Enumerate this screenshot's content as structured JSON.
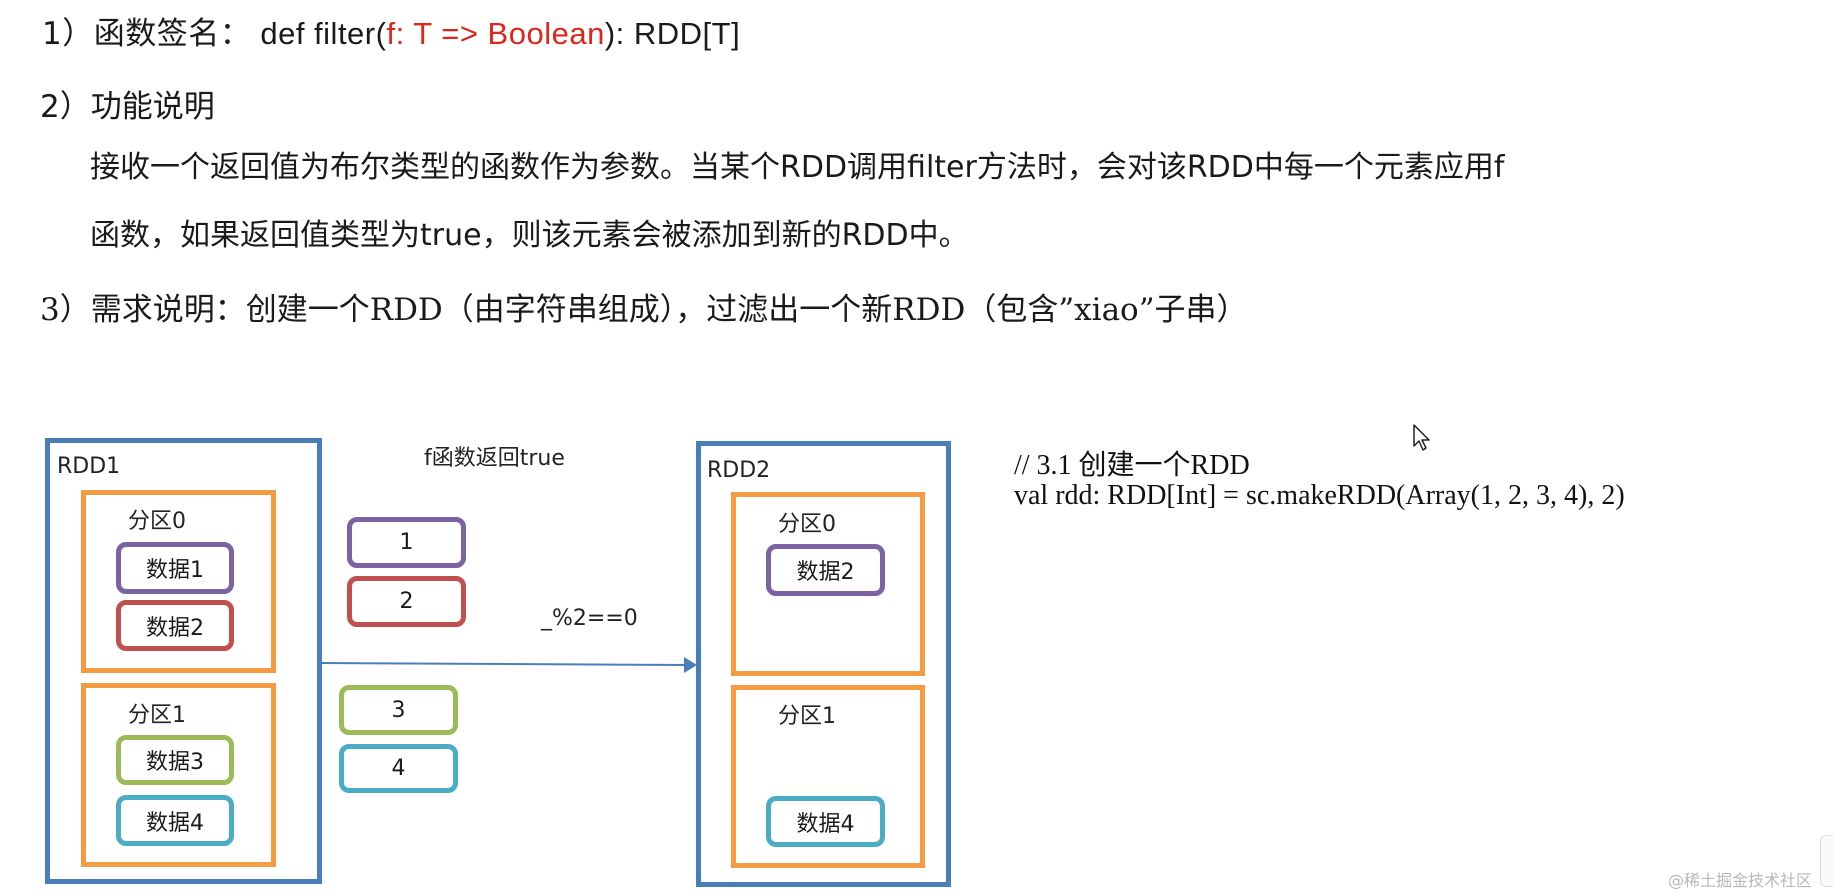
{
  "doc": {
    "line1": {
      "prefix": "1）函数签名：",
      "sig_start": " def filter(",
      "sig_param": "f: T => Boolean",
      "sig_end": "): RDD[T]"
    },
    "line2": "2）功能说明",
    "line3a": "接收一个返回值为布尔类型的函数作为参数。当某个RDD调用filter方法时，会对该RDD中每一个元素应用f",
    "line3b": "函数，如果返回值类型为true，则该元素会被添加到新的RDD中。",
    "line4": "3）需求说明：创建一个RDD（由字符串组成），过滤出一个新RDD（包含”xiao”子串）"
  },
  "diagram": {
    "rdd1": {
      "label": "RDD1",
      "partitions": [
        {
          "label": "分区0",
          "items": [
            "数据1",
            "数据2"
          ]
        },
        {
          "label": "分区1",
          "items": [
            "数据3",
            "数据4"
          ]
        }
      ]
    },
    "middle": {
      "top_label": "f函数返回true",
      "items": [
        "1",
        "2",
        "3",
        "4"
      ],
      "arrow_label": "_%2==0"
    },
    "rdd2": {
      "label": "RDD2",
      "partitions": [
        {
          "label": "分区0",
          "items": [
            "数据2"
          ]
        },
        {
          "label": "分区1",
          "items": [
            "数据4"
          ]
        }
      ]
    },
    "colors": {
      "rdd_border": "#4a7ebb",
      "partition_border": "#f59b42",
      "item1": "#7a62a3",
      "item2": "#c0504d",
      "item3": "#9bbb59",
      "item4": "#4bacc6",
      "arrow": "#4a7ebb"
    }
  },
  "code": {
    "comment": "// 3.1 创建一个RDD",
    "statement": "val rdd: RDD[Int] = sc.makeRDD(Array(1, 2, 3, 4), 2)"
  },
  "watermark": "@稀土掘金技术社区"
}
